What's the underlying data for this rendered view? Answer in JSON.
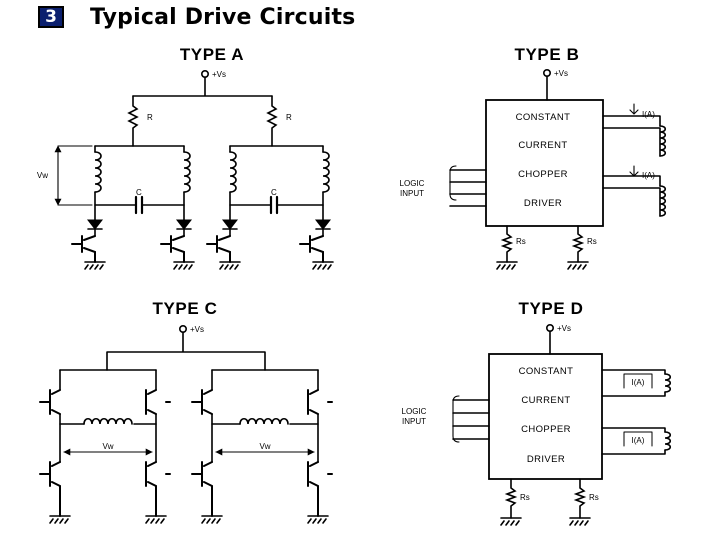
{
  "header": {
    "badge": "3",
    "title": "Typical Drive Circuits"
  },
  "type_a": {
    "title": "TYPE A",
    "supply": "+Vs",
    "resistor": "R",
    "capacitor": "C",
    "winding_voltage": "Vw"
  },
  "type_b": {
    "title": "TYPE B",
    "supply": "+Vs",
    "box_lines": [
      "CONSTANT",
      "CURRENT",
      "CHOPPER",
      "DRIVER"
    ],
    "input_label": [
      "LOGIC",
      "INPUT"
    ],
    "current_label": "I(A)",
    "sense_resistor": "Rs"
  },
  "type_c": {
    "title": "TYPE C",
    "supply": "+Vs",
    "winding_voltage": "Vw"
  },
  "type_d": {
    "title": "TYPE D",
    "supply": "+Vs",
    "box_lines": [
      "CONSTANT",
      "CURRENT",
      "CHOPPER",
      "DRIVER"
    ],
    "input_label": [
      "LOGIC",
      "INPUT"
    ],
    "current_label": "I(A)",
    "sense_resistor": "Rs"
  }
}
